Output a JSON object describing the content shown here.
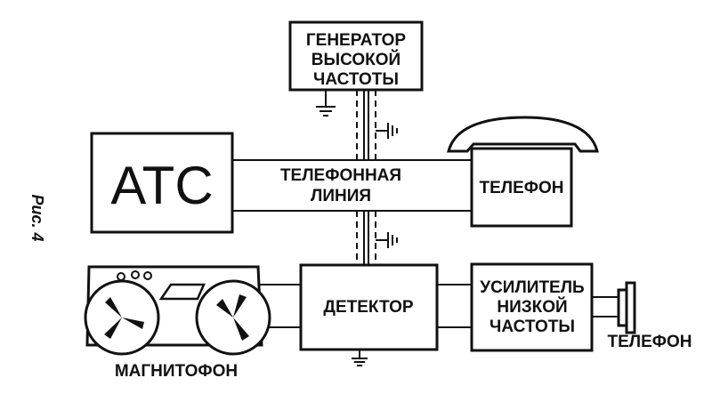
{
  "generator": {
    "line1": "ГЕНЕРАТОР",
    "line2": "ВЫСОКОЙ",
    "line3": "ЧАСТОТЫ"
  },
  "ats": {
    "label": "АТС"
  },
  "telephone_line": {
    "line1": "ТЕЛЕФОННАЯ",
    "line2": "ЛИНИЯ"
  },
  "telephone": {
    "label": "ТЕЛЕФОН"
  },
  "detector": {
    "label": "ДЕТЕКТОР"
  },
  "amplifier": {
    "line1": "УСИЛИТЕЛЬ",
    "line2": "НИЗКОЙ",
    "line3": "ЧАСТОТЫ"
  },
  "tape_recorder": {
    "label": "МАГНИТОФОН"
  },
  "earphone": {
    "label": "ТЕЛЕФОН"
  },
  "figure_caption": "Рис. 4"
}
